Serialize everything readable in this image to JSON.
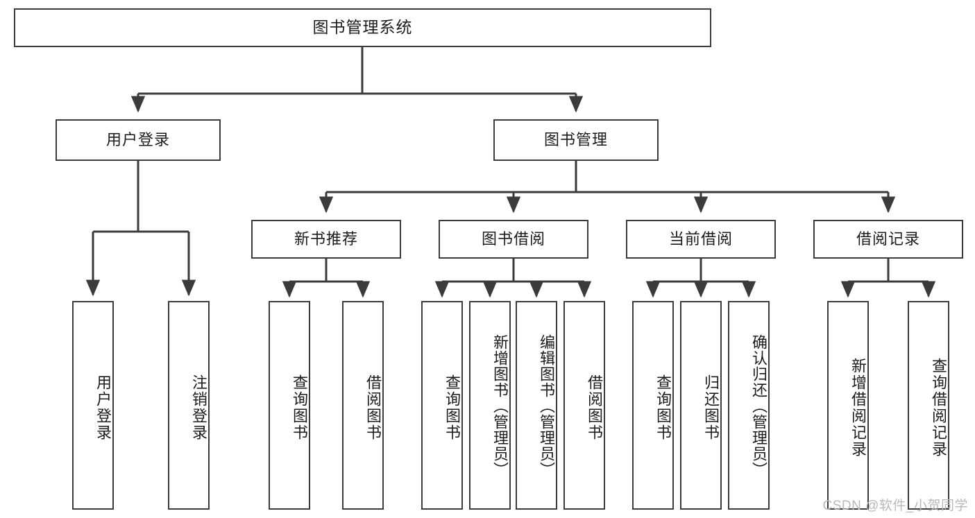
{
  "diagram": {
    "title": "图书管理系统",
    "type": "tree-hierarchy",
    "watermark": "CSDN @软件_小贺同学",
    "colors": {
      "stroke": "#3b3b3b",
      "fill": "#ffffff",
      "text": "#1b1b1b",
      "watermark": "#b9b9b9"
    },
    "nodes": {
      "root": {
        "label": "图书管理系统"
      },
      "level2": [
        {
          "id": "user-login",
          "label": "用户登录"
        },
        {
          "id": "book-management",
          "label": "图书管理"
        }
      ],
      "level3": [
        {
          "id": "new-book-recommend",
          "label": "新书推荐"
        },
        {
          "id": "book-borrow",
          "label": "图书借阅"
        },
        {
          "id": "current-borrow",
          "label": "当前借阅"
        },
        {
          "id": "borrow-record",
          "label": "借阅记录"
        }
      ],
      "leaves": {
        "user_login": [
          {
            "id": "leaf-user-login",
            "label": "用户登录"
          },
          {
            "id": "leaf-logout-login",
            "label": "注销登录"
          }
        ],
        "new_book_recommend": [
          {
            "id": "leaf-query-book-1",
            "label": "查询图书"
          },
          {
            "id": "leaf-borrow-book-1",
            "label": "借阅图书"
          }
        ],
        "book_borrow": [
          {
            "id": "leaf-query-book-2",
            "label": "查询图书"
          },
          {
            "id": "leaf-add-book",
            "label": "新增图书（管理员）"
          },
          {
            "id": "leaf-edit-book",
            "label": "编辑图书（管理员）"
          },
          {
            "id": "leaf-borrow-book-2",
            "label": "借阅图书"
          }
        ],
        "current_borrow": [
          {
            "id": "leaf-query-book-3",
            "label": "查询图书"
          },
          {
            "id": "leaf-return-book",
            "label": "归还图书"
          },
          {
            "id": "leaf-confirm-return",
            "label": "确认归还（管理员）"
          }
        ],
        "borrow_record": [
          {
            "id": "leaf-add-borrow-record",
            "label": "新增借阅记录"
          },
          {
            "id": "leaf-query-borrow-record",
            "label": "查询借阅记录"
          }
        ]
      }
    }
  }
}
